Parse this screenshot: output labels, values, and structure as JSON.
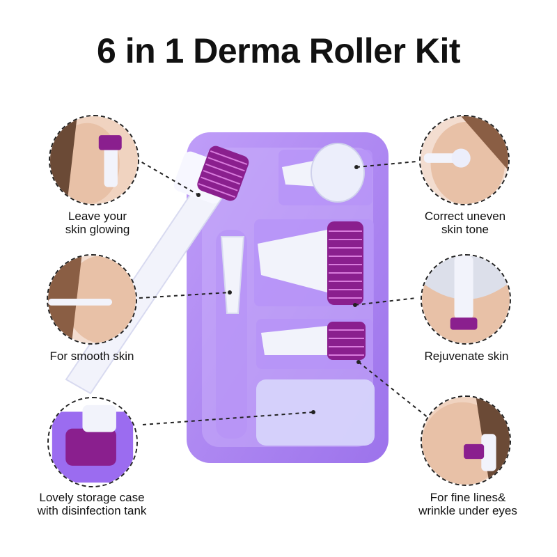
{
  "title": "6 in 1 Derma Roller Kit",
  "features": [
    {
      "lines": [
        "Leave your",
        "skin glowing"
      ]
    },
    {
      "lines": [
        "For smooth skin"
      ]
    },
    {
      "lines": [
        "Lovely storage case",
        "with disinfection tank"
      ]
    },
    {
      "lines": [
        "Correct uneven",
        "skin tone"
      ]
    },
    {
      "lines": [
        "Rejuvenate skin"
      ]
    },
    {
      "lines": [
        "For fine lines&",
        "wrinkle under eyes"
      ]
    }
  ],
  "colors": {
    "case": "#9b6cf0",
    "needle": "#8a1f8e",
    "handle": "#f2f3fb",
    "skin": "#e8c1a7"
  }
}
